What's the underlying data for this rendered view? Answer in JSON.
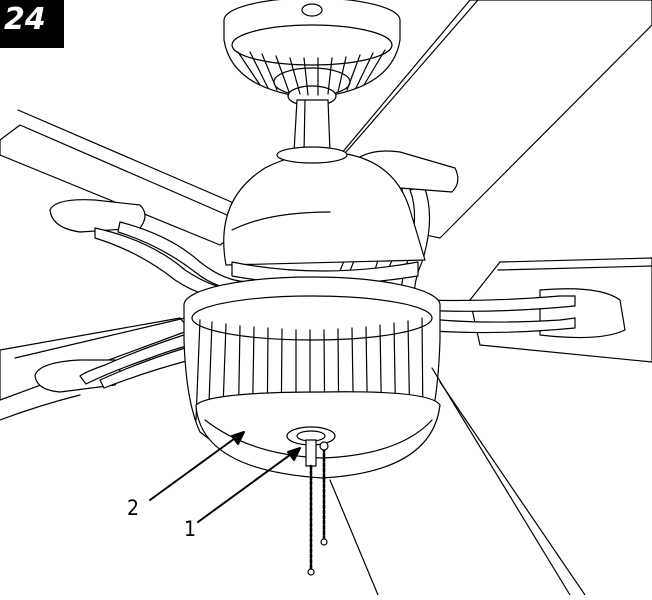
{
  "step_number": "24",
  "callouts": [
    {
      "id": "1",
      "label": "1"
    },
    {
      "id": "2",
      "label": "2"
    }
  ],
  "icons": [
    "ceiling-fan-illustration",
    "pull-chain-icon",
    "light-kit-icon"
  ]
}
